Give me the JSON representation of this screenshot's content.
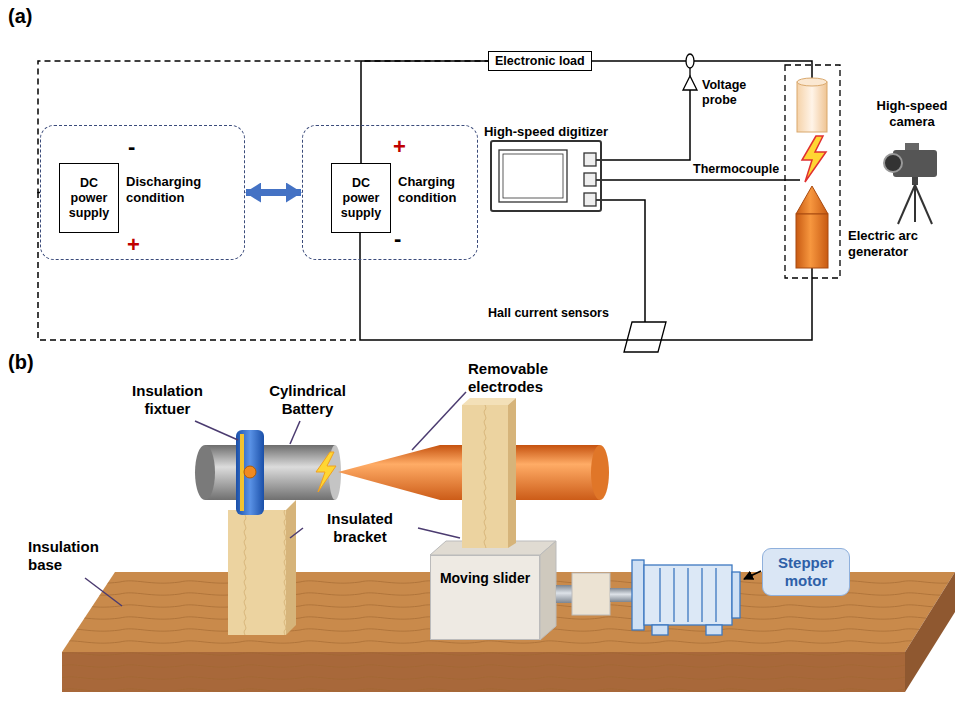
{
  "diagram": {
    "nodes": [
      {
        "text": [
          "Discharging condition"
        ]
      },
      {
        "text": [
          "DC power supply"
        ],
        "in": 0
      },
      {
        "text": [
          "Charging condition"
        ]
      },
      {
        "text": [
          "DC power supply"
        ],
        "in": 2
      },
      {
        "text": [
          "Electronic load"
        ]
      },
      {
        "text": [
          "High-speed digitizer"
        ]
      },
      {
        "text": [
          "Stepper motor"
        ]
      },
      {
        "text": [
          "Moving slider"
        ]
      }
    ],
    "edges": [
      {
        "from": 0,
        "to": 2,
        "arrow": "both"
      },
      {
        "from": 3,
        "to": 4,
        "arrow": "none"
      },
      {
        "from": 0,
        "to": 4,
        "arrow": "none"
      }
    ],
    "labels": [
      "(a)",
      "-",
      "+",
      "+",
      "-",
      "Voltage probe",
      "Thermocouple",
      "Hall current sensors",
      "High-speed camera",
      "Electric arc generator",
      "(b)",
      "Insulation fixtuer",
      "Cylindrical Battery",
      "Removable electrodes",
      "Insulated bracket",
      "Insulation base"
    ]
  }
}
